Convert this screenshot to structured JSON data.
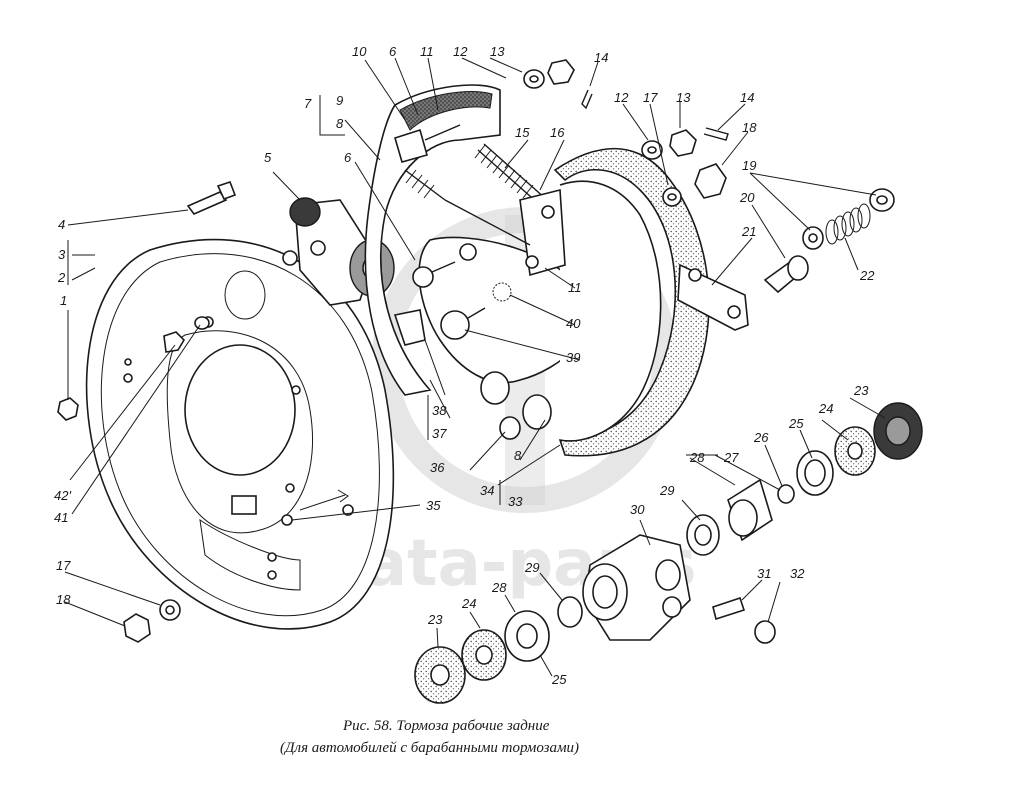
{
  "figure": {
    "caption_line1": "Рис. 58. Тормоза рабочие задние",
    "caption_line2": "(Для автомобилей с барабанными тормозами)"
  },
  "watermark": {
    "text": "data-parts"
  },
  "callouts": [
    {
      "id": "c10",
      "text": "10"
    },
    {
      "id": "c6a",
      "text": "6"
    },
    {
      "id": "c11a",
      "text": "11"
    },
    {
      "id": "c12a",
      "text": "12"
    },
    {
      "id": "c13a",
      "text": "13"
    },
    {
      "id": "c14a",
      "text": "14"
    },
    {
      "id": "c7",
      "text": "7"
    },
    {
      "id": "c9",
      "text": "9"
    },
    {
      "id": "c8a",
      "text": "8"
    },
    {
      "id": "c15",
      "text": "15"
    },
    {
      "id": "c16",
      "text": "16"
    },
    {
      "id": "c12b",
      "text": "12"
    },
    {
      "id": "c17a",
      "text": "17"
    },
    {
      "id": "c13b",
      "text": "13"
    },
    {
      "id": "c14b",
      "text": "14"
    },
    {
      "id": "c18a",
      "text": "18"
    },
    {
      "id": "c5",
      "text": "5"
    },
    {
      "id": "c6b",
      "text": "6"
    },
    {
      "id": "c19",
      "text": "19"
    },
    {
      "id": "c20",
      "text": "20"
    },
    {
      "id": "c4",
      "text": "4"
    },
    {
      "id": "c21",
      "text": "21"
    },
    {
      "id": "c3",
      "text": "3"
    },
    {
      "id": "c2",
      "text": "2"
    },
    {
      "id": "c22",
      "text": "22"
    },
    {
      "id": "c11b",
      "text": "11"
    },
    {
      "id": "c1",
      "text": "1"
    },
    {
      "id": "c40",
      "text": "40"
    },
    {
      "id": "c39",
      "text": "39"
    },
    {
      "id": "c38",
      "text": "38"
    },
    {
      "id": "c37",
      "text": "37"
    },
    {
      "id": "c23a",
      "text": "23"
    },
    {
      "id": "c24a",
      "text": "24"
    },
    {
      "id": "c25a",
      "text": "25"
    },
    {
      "id": "c26",
      "text": "26"
    },
    {
      "id": "c28a",
      "text": "28"
    },
    {
      "id": "c27",
      "text": "27"
    },
    {
      "id": "c36",
      "text": "36"
    },
    {
      "id": "c8b",
      "text": "8"
    },
    {
      "id": "c34",
      "text": "34"
    },
    {
      "id": "c33",
      "text": "33"
    },
    {
      "id": "c29a",
      "text": "29"
    },
    {
      "id": "c42",
      "text": "42'"
    },
    {
      "id": "c41",
      "text": "41"
    },
    {
      "id": "c35",
      "text": "35"
    },
    {
      "id": "c30",
      "text": "30"
    },
    {
      "id": "c17b",
      "text": "17"
    },
    {
      "id": "c29b",
      "text": "29"
    },
    {
      "id": "c31",
      "text": "31"
    },
    {
      "id": "c32",
      "text": "32"
    },
    {
      "id": "c18b",
      "text": "18"
    },
    {
      "id": "c28b",
      "text": "28"
    },
    {
      "id": "c24b",
      "text": "24"
    },
    {
      "id": "c23b",
      "text": "23"
    },
    {
      "id": "c25b",
      "text": "25"
    }
  ]
}
